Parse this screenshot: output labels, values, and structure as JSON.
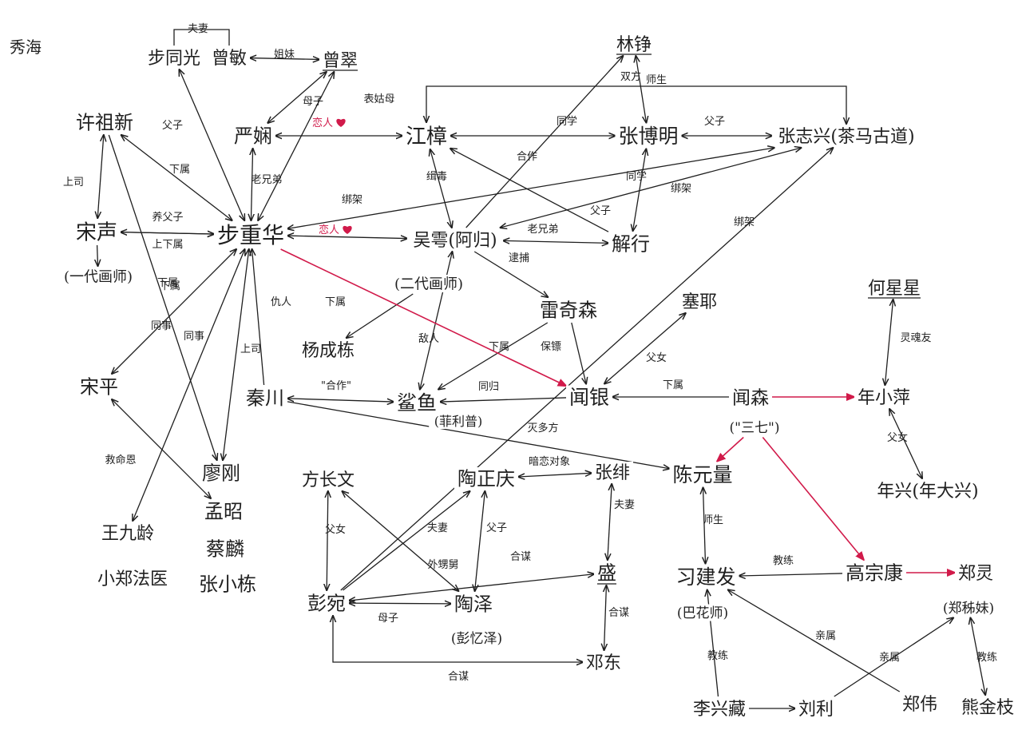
{
  "corner_label": "秀海",
  "colors": {
    "ink": "#1f1f1f",
    "red": "#d11a4a"
  },
  "nodes": [
    {
      "id": "buxianguang",
      "label": "步同光"
    },
    {
      "id": "zengmin",
      "label": "曾敏"
    },
    {
      "id": "zengcui",
      "label": "曾翠"
    },
    {
      "id": "xuzuxin",
      "label": "许祖新"
    },
    {
      "id": "yanxian",
      "label": "严娴"
    },
    {
      "id": "jiangzhang",
      "label": "江樟"
    },
    {
      "id": "linzheng",
      "label": "林铮"
    },
    {
      "id": "zhangboming",
      "label": "张博明"
    },
    {
      "id": "zhangzhixing",
      "label": "张志兴(茶马古道)"
    },
    {
      "id": "songsheng",
      "label": "宋声"
    },
    {
      "id": "yidaihuashi",
      "label": "(一代画师)"
    },
    {
      "id": "buchonghua",
      "label": "步重华"
    },
    {
      "id": "wuyu",
      "label": "吴雩(阿归)"
    },
    {
      "id": "xiexing",
      "label": "解行"
    },
    {
      "id": "erdaihuashi",
      "label": "(二代画师)"
    },
    {
      "id": "yangchengdong",
      "label": "杨成栋"
    },
    {
      "id": "leiqisen",
      "label": "雷奇森"
    },
    {
      "id": "saiye",
      "label": "塞耶"
    },
    {
      "id": "hexingxing",
      "label": "何星星"
    },
    {
      "id": "songping",
      "label": "宋平"
    },
    {
      "id": "qinchuan",
      "label": "秦川"
    },
    {
      "id": "shayu",
      "label": "鲨鱼"
    },
    {
      "id": "shayu_sub",
      "label": "(菲利普)"
    },
    {
      "id": "wenyin",
      "label": "闻银"
    },
    {
      "id": "wensen",
      "label": "闻森"
    },
    {
      "id": "sanqi",
      "label": "(\"三七\")"
    },
    {
      "id": "nianxiaoping",
      "label": "年小萍"
    },
    {
      "id": "liaogang",
      "label": "廖刚"
    },
    {
      "id": "mengshao",
      "label": "孟昭"
    },
    {
      "id": "cailin",
      "label": "蔡麟"
    },
    {
      "id": "zhangxiaodong",
      "label": "张小栋"
    },
    {
      "id": "fangchangwen",
      "label": "方长文"
    },
    {
      "id": "taozhengqing",
      "label": "陶正庆"
    },
    {
      "id": "zhangfei",
      "label": "张绯"
    },
    {
      "id": "chenyuanliang",
      "label": "陈元量"
    },
    {
      "id": "nianxing",
      "label": "年兴(年大兴)"
    },
    {
      "id": "wangjiuling",
      "label": "王九龄"
    },
    {
      "id": "xiaozhengfayi",
      "label": "小郑法医"
    },
    {
      "id": "pengyuan",
      "label": "彭宛"
    },
    {
      "id": "shengsheng",
      "label": "盛"
    },
    {
      "id": "taoze",
      "label": "陶泽"
    },
    {
      "id": "pengyize",
      "label": "(彭忆泽)"
    },
    {
      "id": "xijianfa",
      "label": "习建发"
    },
    {
      "id": "bahuashi",
      "label": "(巴花师)"
    },
    {
      "id": "gaozongkang",
      "label": "高宗康"
    },
    {
      "id": "zhengling",
      "label": "郑灵"
    },
    {
      "id": "zhengnian",
      "label": "(郑秭妹)"
    },
    {
      "id": "dengdong",
      "label": "邓东"
    },
    {
      "id": "lixingcang",
      "label": "李兴藏"
    },
    {
      "id": "liuhe",
      "label": "刘利"
    },
    {
      "id": "zhengwei",
      "label": "郑伟"
    },
    {
      "id": "xiongjinzhi",
      "label": "熊金枝"
    }
  ],
  "edges": [
    {
      "label": "夫妻"
    },
    {
      "label": "姐妹"
    },
    {
      "label": "母子"
    },
    {
      "label": "父子"
    },
    {
      "label": "表姑母"
    },
    {
      "label": "恋人"
    },
    {
      "label": "下属"
    },
    {
      "label": "老兄弟"
    },
    {
      "label": "上司"
    },
    {
      "label": "绑架"
    },
    {
      "label": "养父子"
    },
    {
      "label": "上下属"
    },
    {
      "label": "恋人"
    },
    {
      "label": "师生"
    },
    {
      "label": "同学"
    },
    {
      "label": "父子"
    },
    {
      "label": "合作"
    },
    {
      "label": "同学"
    },
    {
      "label": "绑架"
    },
    {
      "label": "缉毒"
    },
    {
      "label": "父子"
    },
    {
      "label": "老兄弟"
    },
    {
      "label": "双方"
    },
    {
      "label": "逮捕"
    },
    {
      "label": "下属"
    },
    {
      "label": "下属"
    },
    {
      "label": "仇人"
    },
    {
      "label": "同事"
    },
    {
      "label": "上司"
    },
    {
      "label": "同事"
    },
    {
      "label": "下属"
    },
    {
      "label": "敌人"
    },
    {
      "label": "下属"
    },
    {
      "label": "保镖"
    },
    {
      "label": "\"合作\""
    },
    {
      "label": "同归"
    },
    {
      "label": "下属"
    },
    {
      "label": "父女"
    },
    {
      "label": "灵魂友"
    },
    {
      "label": "父女"
    },
    {
      "label": "灭多方"
    },
    {
      "label": "暗恋对象"
    },
    {
      "label": "夫妻"
    },
    {
      "label": "父子"
    },
    {
      "label": "夫妻"
    },
    {
      "label": "外甥舅"
    },
    {
      "label": "师生"
    },
    {
      "label": "绑架"
    },
    {
      "label": "合谋"
    },
    {
      "label": "合谋"
    },
    {
      "label": "母子"
    },
    {
      "label": "合谋"
    },
    {
      "label": "教练"
    },
    {
      "label": "教练"
    },
    {
      "label": "亲属"
    },
    {
      "label": "亲属"
    },
    {
      "label": "教练"
    },
    {
      "label": "救命恩"
    },
    {
      "label": "父女"
    },
    {
      "label": ""
    },
    {
      "label": ""
    },
    {
      "label": ""
    },
    {
      "label": ""
    },
    {
      "label": ""
    }
  ]
}
